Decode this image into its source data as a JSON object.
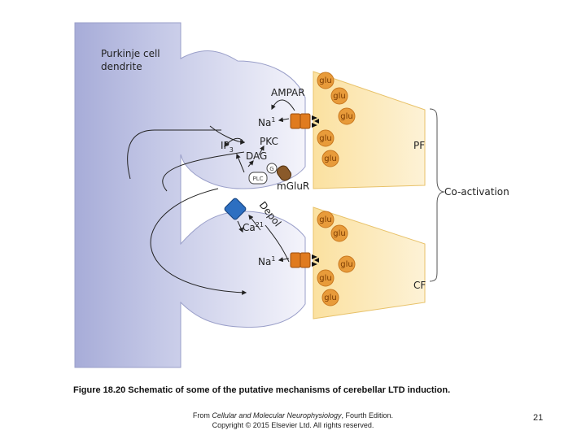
{
  "diagram": {
    "dendrite_label_line1": "Purkinje cell",
    "dendrite_label_line2": "dendrite",
    "ampar": "AMPAR",
    "na_top": "Na",
    "na_top_sup": "1",
    "pkc": "PKC",
    "ip3": "IP",
    "ip3_sub": "3",
    "dag": "DAG",
    "g_label": "G",
    "plc": "PLC",
    "mglur": "mGluR",
    "depol": "Depol",
    "ca": "Ca",
    "ca_sup": "21",
    "na_bottom": "Na",
    "na_bottom_sup": "1",
    "pf": "PF",
    "cf": "CF",
    "coactivation": "Co-activation",
    "glu": "glu"
  },
  "caption": "Figure 18.20 Schematic of some of the putative mechanisms of cerebellar LTD induction.",
  "source": {
    "prefix": "From ",
    "book": "Cellular and Molecular Neurophysiology",
    "suffix": ", Fourth Edition.",
    "copyright": "Copyright © 2015 Elsevier Ltd. All rights reserved."
  },
  "page_number": "21",
  "colors": {
    "dendrite": "#b3b8de",
    "terminal": "#fbe3a3",
    "vesicle": "#e89b3a",
    "receptor": "#e07b1f",
    "channel": "#2d6fc1"
  }
}
